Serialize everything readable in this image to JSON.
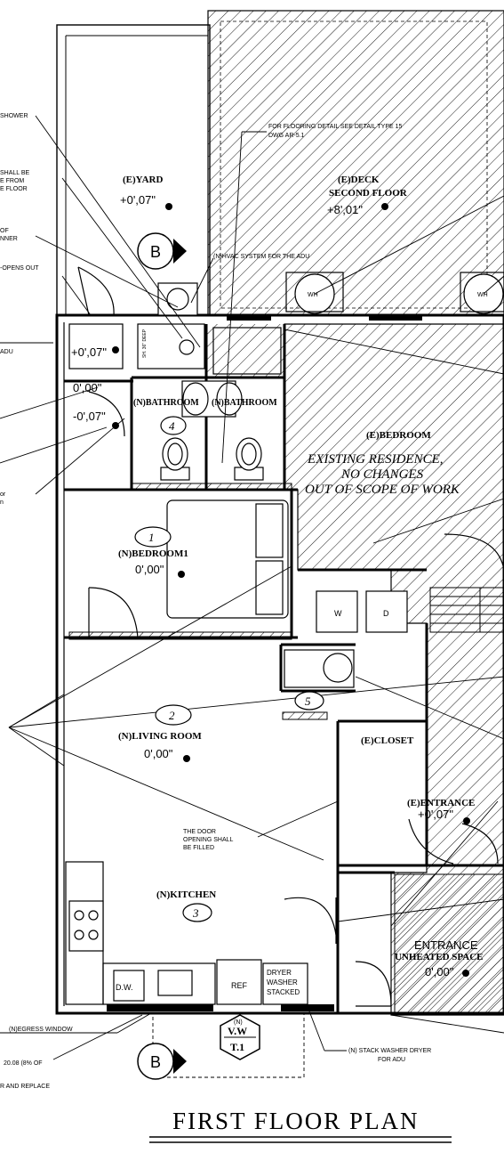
{
  "title": "FIRST FLOOR PLAN",
  "rooms": {
    "yard": "(E)YARD",
    "yard_elev": "+0',07\"",
    "deck": "(E)DECK",
    "deck_sub": "SECOND FLOOR",
    "deck_elev": "+8',01\"",
    "bath1": "(N)BATHROOM",
    "bath2": "(N)BATHROOM",
    "bath_num": "4",
    "bedroom_e": "(E)BEDROOM",
    "existing_1": "EXISTING RESIDENCE,",
    "existing_2": "NO CHANGES",
    "existing_3": "OUT OF SCOPE OF WORK",
    "bedroom1": "(N)BEDROOM1",
    "bedroom1_num": "1",
    "bedroom1_elev": "0',00\"",
    "living": "(N)LIVING ROOM",
    "living_num": "2",
    "living_elev": "0',00\"",
    "laundry_num": "5",
    "closet": "(E)CLOSET",
    "entrance": "(E)ENTRANCE",
    "entrance_elev": "+0',07\"",
    "kitchen": "(N)KITCHEN",
    "kitchen_num": "3",
    "entrance2_1": "ENTRANCE",
    "entrance2_2": "UNHEATED SPACE",
    "entrance2_elev": "0',00\""
  },
  "side_elevs": {
    "e1": "+0',07\"",
    "e2": "0',00\"",
    "e3": "-0',07\""
  },
  "notes": {
    "flooring_1": "FOR FLOORING DETAIL SEE DETAIL TYPE 15",
    "flooring_2": "DWG AR-5.1",
    "hvac": "(N)HVAC SYSTEM FOR THE ADU",
    "door_1": "THE DOOR",
    "door_2": "OPENING SHALL",
    "door_3": "BE FILLED",
    "stack_1": "(N) STACK WASHER DRYER",
    "stack_2": "FOR ADU",
    "egress": "(N)EGRESS WINDOW",
    "left_1": "SHOWER",
    "left_2": "SHALL BE",
    "left_3": "E FROM",
    "left_4": "E FLOOR",
    "left_5": "OF",
    "left_6": "NNER",
    "left_7": "-OPENS OUT",
    "left_8": "ADU",
    "left_9": "or",
    "left_10": "n",
    "bot_1": "20.08 (8% OF",
    "bot_2": "R AND REPLACE"
  },
  "fixtures": {
    "wh": "WH",
    "w": "W",
    "d": "D",
    "dw": "D.W.",
    "ref": "REF",
    "dryer_1": "DRYER",
    "dryer_2": "WASHER",
    "dryer_3": "STACKED",
    "sh": "SH. 36\" DEEP"
  },
  "tags": {
    "b": "B",
    "vw_top": "(N)",
    "vw": "V.W",
    "vw_sheet": "T.1"
  }
}
